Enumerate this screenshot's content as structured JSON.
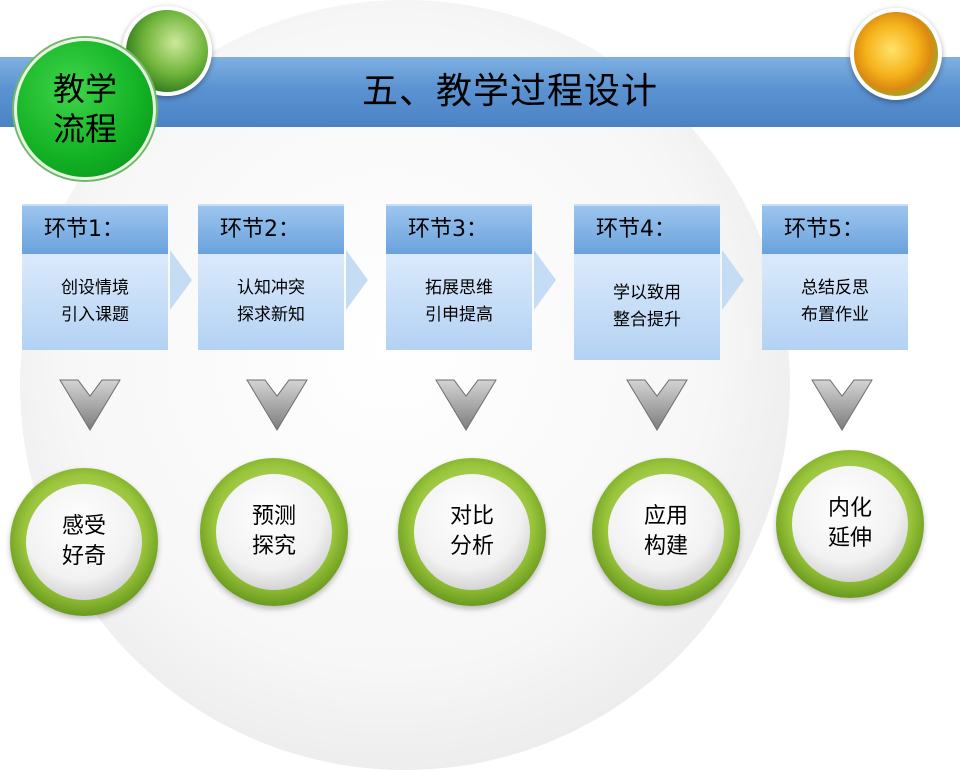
{
  "title": "五、教学过程设计",
  "badge": {
    "line1": "教学",
    "line2": "流程"
  },
  "steps": [
    {
      "head": "环节1：",
      "line1": "创设情境",
      "line2": "引入课题"
    },
    {
      "head": "环节2：",
      "line1": "认知冲突",
      "line2": "探求新知"
    },
    {
      "head": "环节3：",
      "line1": "拓展思维",
      "line2": "引申提高"
    },
    {
      "head": "环节4：",
      "line1": "学以致用",
      "line2": "整合提升"
    },
    {
      "head": "环节5：",
      "line1": "总结反思",
      "line2": "布置作业"
    }
  ],
  "outcomes": [
    {
      "line1": "感受",
      "line2": "好奇"
    },
    {
      "line1": "预测",
      "line2": "探究"
    },
    {
      "line1": "对比",
      "line2": "分析"
    },
    {
      "line1": "应用",
      "line2": "构建"
    },
    {
      "line1": "内化",
      "line2": "延伸"
    }
  ],
  "colors": {
    "title_bar": "#5b93d2",
    "step_head": "#6aa2dc",
    "step_body": "#c7def6",
    "badge_green": "#11b023",
    "ring_green": "#98c43a",
    "chevron_gray": "#8a8a8a"
  },
  "icons": [
    "leaf-photo-icon",
    "flower-photo-icon",
    "chevron-down-icon",
    "arrow-right-icon"
  ]
}
